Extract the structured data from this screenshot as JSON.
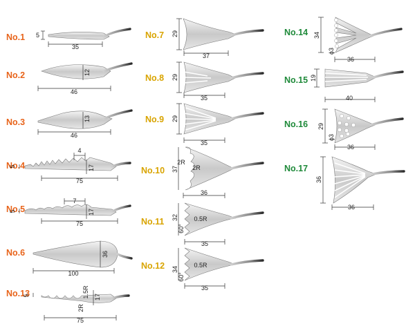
{
  "colors": {
    "orange": "#e8641b",
    "yellow": "#d9a400",
    "green": "#1f8a3a"
  },
  "knives": [
    {
      "id": "1",
      "label": "No.1",
      "color": "orange",
      "dims": [
        "5",
        "35"
      ]
    },
    {
      "id": "2",
      "label": "No.2",
      "color": "orange",
      "dims": [
        "12",
        "46"
      ]
    },
    {
      "id": "3",
      "label": "No.3",
      "color": "orange",
      "dims": [
        "13",
        "46"
      ]
    },
    {
      "id": "4",
      "label": "No.4",
      "color": "orange",
      "dims": [
        "4",
        "5",
        "17",
        "75"
      ]
    },
    {
      "id": "5",
      "label": "No.5",
      "color": "orange",
      "dims": [
        "7",
        "5",
        "17",
        "75"
      ]
    },
    {
      "id": "6",
      "label": "No.6",
      "color": "orange",
      "dims": [
        "36",
        "100"
      ]
    },
    {
      "id": "13",
      "label": "No.13",
      "color": "orange",
      "dims": [
        "5",
        "1.5R",
        "17",
        "2R",
        "75"
      ]
    },
    {
      "id": "7",
      "label": "No.7",
      "color": "yellow",
      "dims": [
        "29",
        "37"
      ]
    },
    {
      "id": "8",
      "label": "No.8",
      "color": "yellow",
      "dims": [
        "29",
        "35"
      ]
    },
    {
      "id": "9",
      "label": "No.9",
      "color": "yellow",
      "dims": [
        "29",
        "35"
      ]
    },
    {
      "id": "10",
      "label": "No.10",
      "color": "yellow",
      "dims": [
        "2R",
        "37",
        "2R",
        "36"
      ]
    },
    {
      "id": "11",
      "label": "No.11",
      "color": "yellow",
      "dims": [
        "32",
        "60°",
        "0.5R",
        "35"
      ]
    },
    {
      "id": "12",
      "label": "No.12",
      "color": "yellow",
      "dims": [
        "34",
        "60°",
        "0.5R",
        "35"
      ]
    },
    {
      "id": "14",
      "label": "No.14",
      "color": "green",
      "dims": [
        "34",
        "ϕ3",
        "36"
      ]
    },
    {
      "id": "15",
      "label": "No.15",
      "color": "green",
      "dims": [
        "19",
        "40"
      ]
    },
    {
      "id": "16",
      "label": "No.16",
      "color": "green",
      "dims": [
        "29",
        "ϕ3",
        "36"
      ]
    },
    {
      "id": "17",
      "label": "No.17",
      "color": "green",
      "dims": [
        "36",
        "36"
      ]
    }
  ]
}
